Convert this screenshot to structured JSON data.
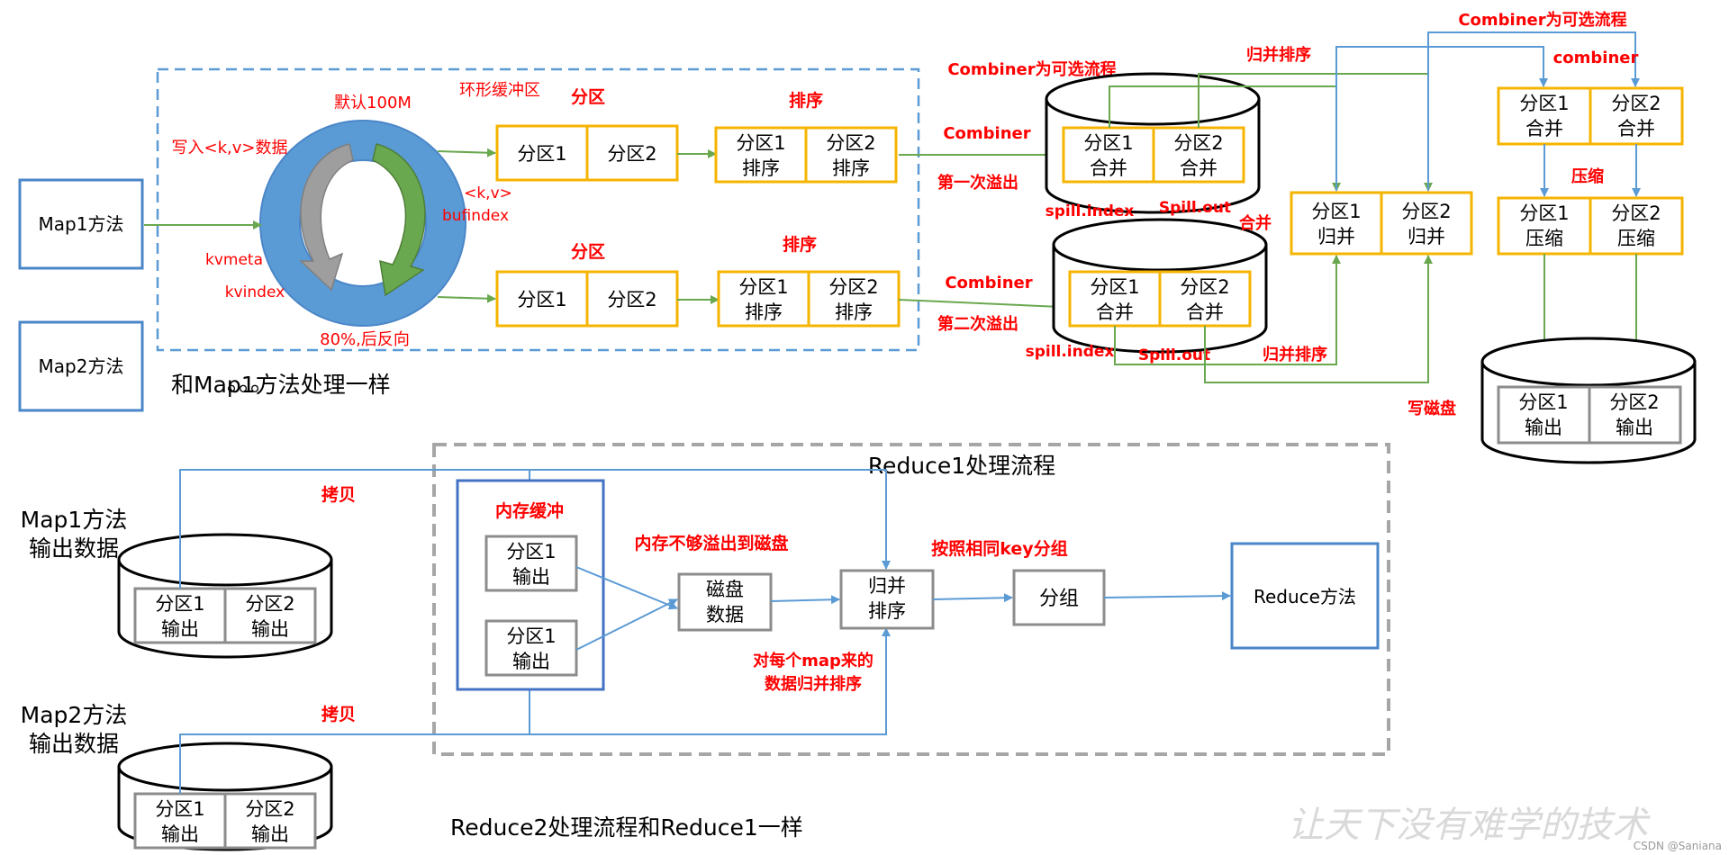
{
  "labels": {
    "p1": "分区1",
    "p2": "分区2",
    "sort": "排序",
    "merge": "合并",
    "merge_sort_short": "归并",
    "compress": "压缩",
    "output": "输出"
  },
  "map": {
    "map1_method": "Map1方法",
    "map2_method": "Map2方法",
    "ellipsis": "。。。",
    "map2_note": "和Map1方法处理一样",
    "default_size": "默认100M",
    "ring_buffer": "环形缓冲区",
    "write_kv": "写入<k,v>数据",
    "kvmeta": "kvmeta",
    "kvindex": "kvindex",
    "kv": "<k,v>",
    "bufindex": "bufindex",
    "spill_80": "80%,后反向",
    "partition": "分区",
    "sort": "排序",
    "combiner": "Combiner",
    "combiner_lower": "combiner",
    "combiner_optional": "Combiner为可选流程",
    "first_spill": "第一次溢出",
    "second_spill": "第二次溢出",
    "spill_index": "spill.index",
    "spill_out": "Spill.out",
    "merge_sort": "归并排序",
    "merge": "合并",
    "compress": "压缩",
    "write_disk": "写磁盘"
  },
  "reduce": {
    "title": "Reduce1处理流程",
    "map1_output_l1": "Map1方法",
    "map1_output_l2": "输出数据",
    "map2_output_l1": "Map2方法",
    "map2_output_l2": "输出数据",
    "copy": "拷贝",
    "memory_buffer": "内存缓冲",
    "spill_to_disk": "内存不够溢出到磁盘",
    "disk_data_l1": "磁盘",
    "disk_data_l2": "数据",
    "merge_l1": "归并",
    "merge_l2": "排序",
    "per_map_l1": "对每个map来的",
    "per_map_l2": "数据归并排序",
    "group_by_key": "按照相同key分组",
    "group": "分组",
    "reduce_method": "Reduce方法",
    "reduce2_note": "Reduce2处理流程和Reduce1一样"
  },
  "colors": {
    "partition_border": "#f5b400",
    "data_border": "#8c8c8c",
    "blue_line": "#5b9bd5",
    "green_line": "#6aa84f",
    "annotation_red": "#ff0000",
    "buffer_fill": "#5b9bd5"
  },
  "watermark": {
    "slogan": "让天下没有难学的技术",
    "credit": "CSDN @Saniana"
  }
}
